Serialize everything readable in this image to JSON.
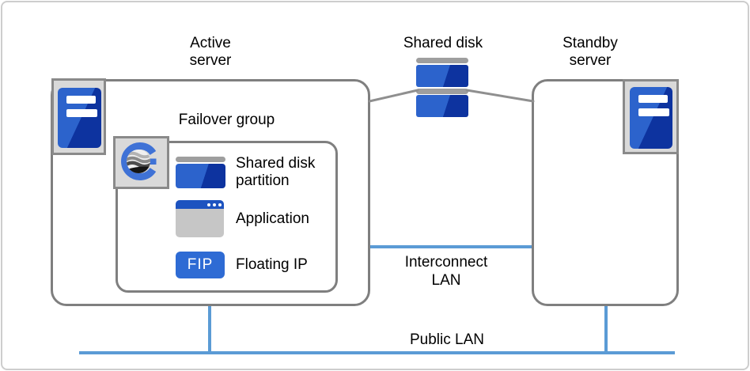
{
  "labels": {
    "active_server_line1": "Active",
    "active_server_line2": "server",
    "shared_disk": "Shared disk",
    "standby_server_line1": "Standby",
    "standby_server_line2": "server",
    "failover_group": "Failover group",
    "shared_disk_partition_line1": "Shared disk",
    "shared_disk_partition_line2": "partition",
    "application": "Application",
    "fip_badge": "FIP",
    "floating_ip": "Floating IP",
    "interconnect_lan_line1": "Interconnect",
    "interconnect_lan_line2": "LAN",
    "public_lan": "Public LAN"
  },
  "icons": {
    "server_icon": "blue tower server in gray plate",
    "shared_disk_icon": "two stacked blue disk segments with gray caps",
    "expresscluster_logo_icon": "blue G ring around striped globe",
    "disk_partition_icon": "blue disk segment with gray cap",
    "application_icon": "window with blue titlebar and three dots",
    "fip_icon": "blue rounded badge"
  },
  "colors": {
    "box_border_gray": "#7f7f7f",
    "frame_gray": "#cdcdcd",
    "icon_plate_gray": "#d9d9d9",
    "icon_plate_border": "#8a8a8a",
    "connector_gray": "#8f8f8f",
    "disk_cap_gray": "#9e9e9e",
    "app_body_gray": "#c6c6c6",
    "blue_light": "#2c63cc",
    "blue_dark": "#0d339f",
    "titlebar_blue": "#1d53c0",
    "fip_blue": "#2e6bd4",
    "lan_blue": "#5b9bd5",
    "text_black": "#000000"
  }
}
